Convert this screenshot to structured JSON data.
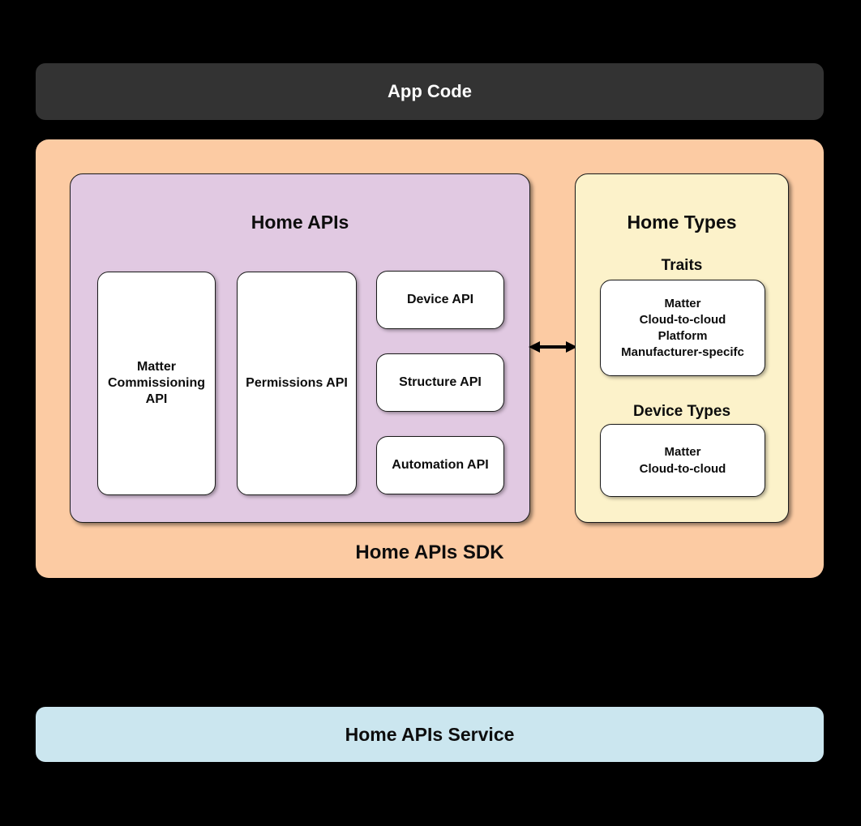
{
  "colors": {
    "background": "#000000",
    "app_code_bg": "#333333",
    "sdk_bg": "#fccba3",
    "home_apis_bg": "#e1c9e2",
    "home_types_bg": "#fcf2ca",
    "service_bg": "#cbe6ef",
    "box_bg": "#ffffff",
    "outline": "#1a1a1a",
    "arrow": "#000000"
  },
  "app_code": {
    "label": "App Code"
  },
  "sdk": {
    "label": "Home APIs SDK",
    "home_apis": {
      "title": "Home APIs",
      "boxes": [
        {
          "label": "Matter\nCommissioning\nAPI"
        },
        {
          "label": "Permissions API"
        },
        {
          "label": "Device API"
        },
        {
          "label": "Structure API"
        },
        {
          "label": "Automation API"
        }
      ]
    },
    "arrow_icon": "bidirectional-arrow",
    "home_types": {
      "title": "Home Types",
      "traits": {
        "label": "Traits",
        "items": [
          "Matter",
          "Cloud-to-cloud",
          "Platform",
          "Manufacturer-specifc"
        ]
      },
      "device_types": {
        "label": "Device Types",
        "items": [
          "Matter",
          "Cloud-to-cloud"
        ]
      }
    }
  },
  "service": {
    "label": "Home APIs Service"
  }
}
